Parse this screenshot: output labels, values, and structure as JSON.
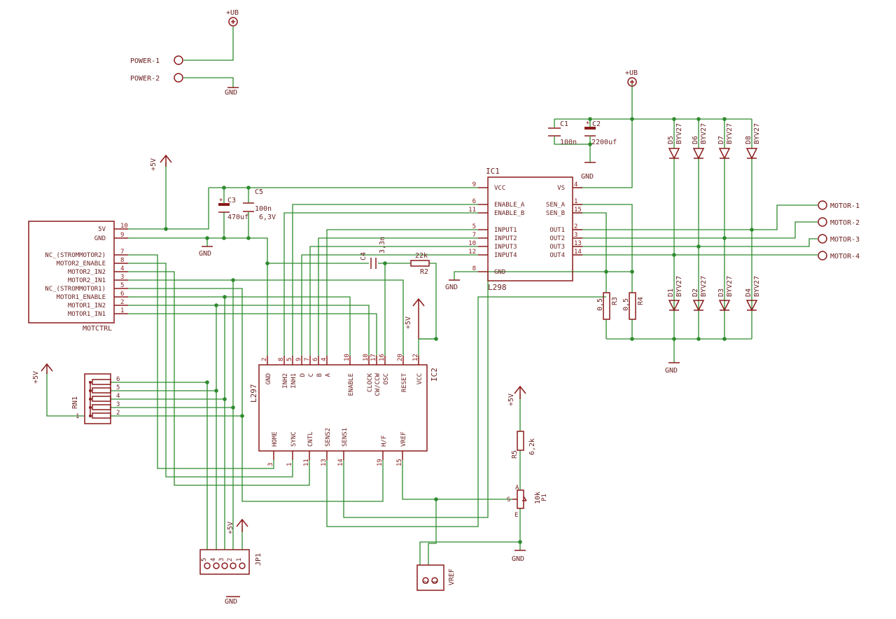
{
  "power_in": {
    "rail": "+UB",
    "pin1": "POWER-1",
    "pin2": "POWER-2",
    "gnd": "GND"
  },
  "motors": [
    "MOTOR-1",
    "MOTOR-2",
    "MOTOR-3",
    "MOTOR-4"
  ],
  "ic1": {
    "name": "IC1",
    "type": "L298",
    "left_pins": [
      {
        "num": "9",
        "label": "VCC"
      },
      {
        "num": "6",
        "label": "ENABLE_A"
      },
      {
        "num": "11",
        "label": "ENABLE_B"
      },
      {
        "num": "5",
        "label": "INPUT1"
      },
      {
        "num": "7",
        "label": "INPUT2"
      },
      {
        "num": "10",
        "label": "INPUT3"
      },
      {
        "num": "12",
        "label": "INPUT4"
      },
      {
        "num": "8",
        "label": "GND"
      }
    ],
    "right_pins": [
      {
        "num": "4",
        "label": "VS"
      },
      {
        "num": "1",
        "label": "SEN_A"
      },
      {
        "num": "15",
        "label": "SEN_B"
      },
      {
        "num": "2",
        "label": "OUT1"
      },
      {
        "num": "3",
        "label": "OUT2"
      },
      {
        "num": "13",
        "label": "OUT3"
      },
      {
        "num": "14",
        "label": "OUT4"
      }
    ]
  },
  "ic2": {
    "name": "IC2",
    "type": "L297",
    "top_pins": [
      {
        "num": "2",
        "label": "GND"
      },
      {
        "num": "8",
        "label": "INH2"
      },
      {
        "num": "5",
        "label": "INH1"
      },
      {
        "num": "9",
        "label": "D"
      },
      {
        "num": "7",
        "label": "C"
      },
      {
        "num": "6",
        "label": "B"
      },
      {
        "num": "4",
        "label": "A"
      },
      {
        "num": "10",
        "label": "ENABLE"
      },
      {
        "num": "18",
        "label": "CLOCK"
      },
      {
        "num": "17",
        "label": "CW/CCW"
      },
      {
        "num": "16",
        "label": "OSC"
      },
      {
        "num": "20",
        "label": "RESET"
      },
      {
        "num": "12",
        "label": "VCC"
      }
    ],
    "bottom_pins": [
      {
        "num": "3",
        "label": "HOME"
      },
      {
        "num": "1",
        "label": "SYNC"
      },
      {
        "num": "11",
        "label": "CNTL"
      },
      {
        "num": "13",
        "label": "SENS2"
      },
      {
        "num": "14",
        "label": "SENS1"
      },
      {
        "num": "19",
        "label": "H/F"
      },
      {
        "num": "15",
        "label": "VREF"
      }
    ]
  },
  "motctrl": {
    "name": "MOTCTRL",
    "pins": [
      {
        "num": "10",
        "label": "5V"
      },
      {
        "num": "9",
        "label": "GND"
      },
      {
        "num": "7",
        "label": "NC_(STROMMOTOR2)"
      },
      {
        "num": "8",
        "label": "MOTOR2_ENABLE"
      },
      {
        "num": "4",
        "label": "MOTOR2_IN2"
      },
      {
        "num": "3",
        "label": "MOTOR2_IN1"
      },
      {
        "num": "5",
        "label": "NC_(STROMMOTOR1)"
      },
      {
        "num": "6",
        "label": "MOTOR1_ENABLE"
      },
      {
        "num": "2",
        "label": "MOTOR1_IN2"
      },
      {
        "num": "1",
        "label": "MOTOR1_IN1"
      }
    ]
  },
  "components": {
    "c1": {
      "name": "C1",
      "value": "100n"
    },
    "c2": {
      "name": "C2",
      "value": "2200uf"
    },
    "c3": {
      "name": "C3",
      "value": "470uf"
    },
    "c5": {
      "name": "C5",
      "value": "100n",
      "value2": "6,3V"
    },
    "c4": {
      "name": "C4",
      "value": "3,3n"
    },
    "r2": {
      "name": "R2",
      "value": "22k"
    },
    "r3": {
      "name": "R3",
      "value": "0,5"
    },
    "r4": {
      "name": "R4",
      "value": "0,5"
    },
    "r5": {
      "name": "R5",
      "value": "6,2k"
    },
    "p1": {
      "name": "P1",
      "value": "10k",
      "pin_s": "S",
      "pin_a": "A",
      "pin_e": "E"
    },
    "rn1": {
      "name": "RN1",
      "pins": [
        "1",
        "2",
        "3",
        "4",
        "5",
        "6"
      ]
    },
    "jp1": {
      "name": "JP1",
      "pins": [
        "5",
        "4",
        "3",
        "2",
        "1"
      ]
    },
    "vref": {
      "name": "VREF",
      "pins": [
        "2",
        "1"
      ]
    }
  },
  "diodes_top": [
    {
      "name": "D5",
      "value": "BYV27"
    },
    {
      "name": "D6",
      "value": "BYV27"
    },
    {
      "name": "D7",
      "value": "BYV27"
    },
    {
      "name": "D8",
      "value": "BYV27"
    }
  ],
  "diodes_bottom": [
    {
      "name": "D1",
      "value": "BYV27"
    },
    {
      "name": "D2",
      "value": "BYV27"
    },
    {
      "name": "D3",
      "value": "BYV27"
    },
    {
      "name": "D4",
      "value": "BYV27"
    }
  ],
  "supplies": {
    "ub": "+UB",
    "v5": "+5V",
    "gnd": "GND"
  }
}
